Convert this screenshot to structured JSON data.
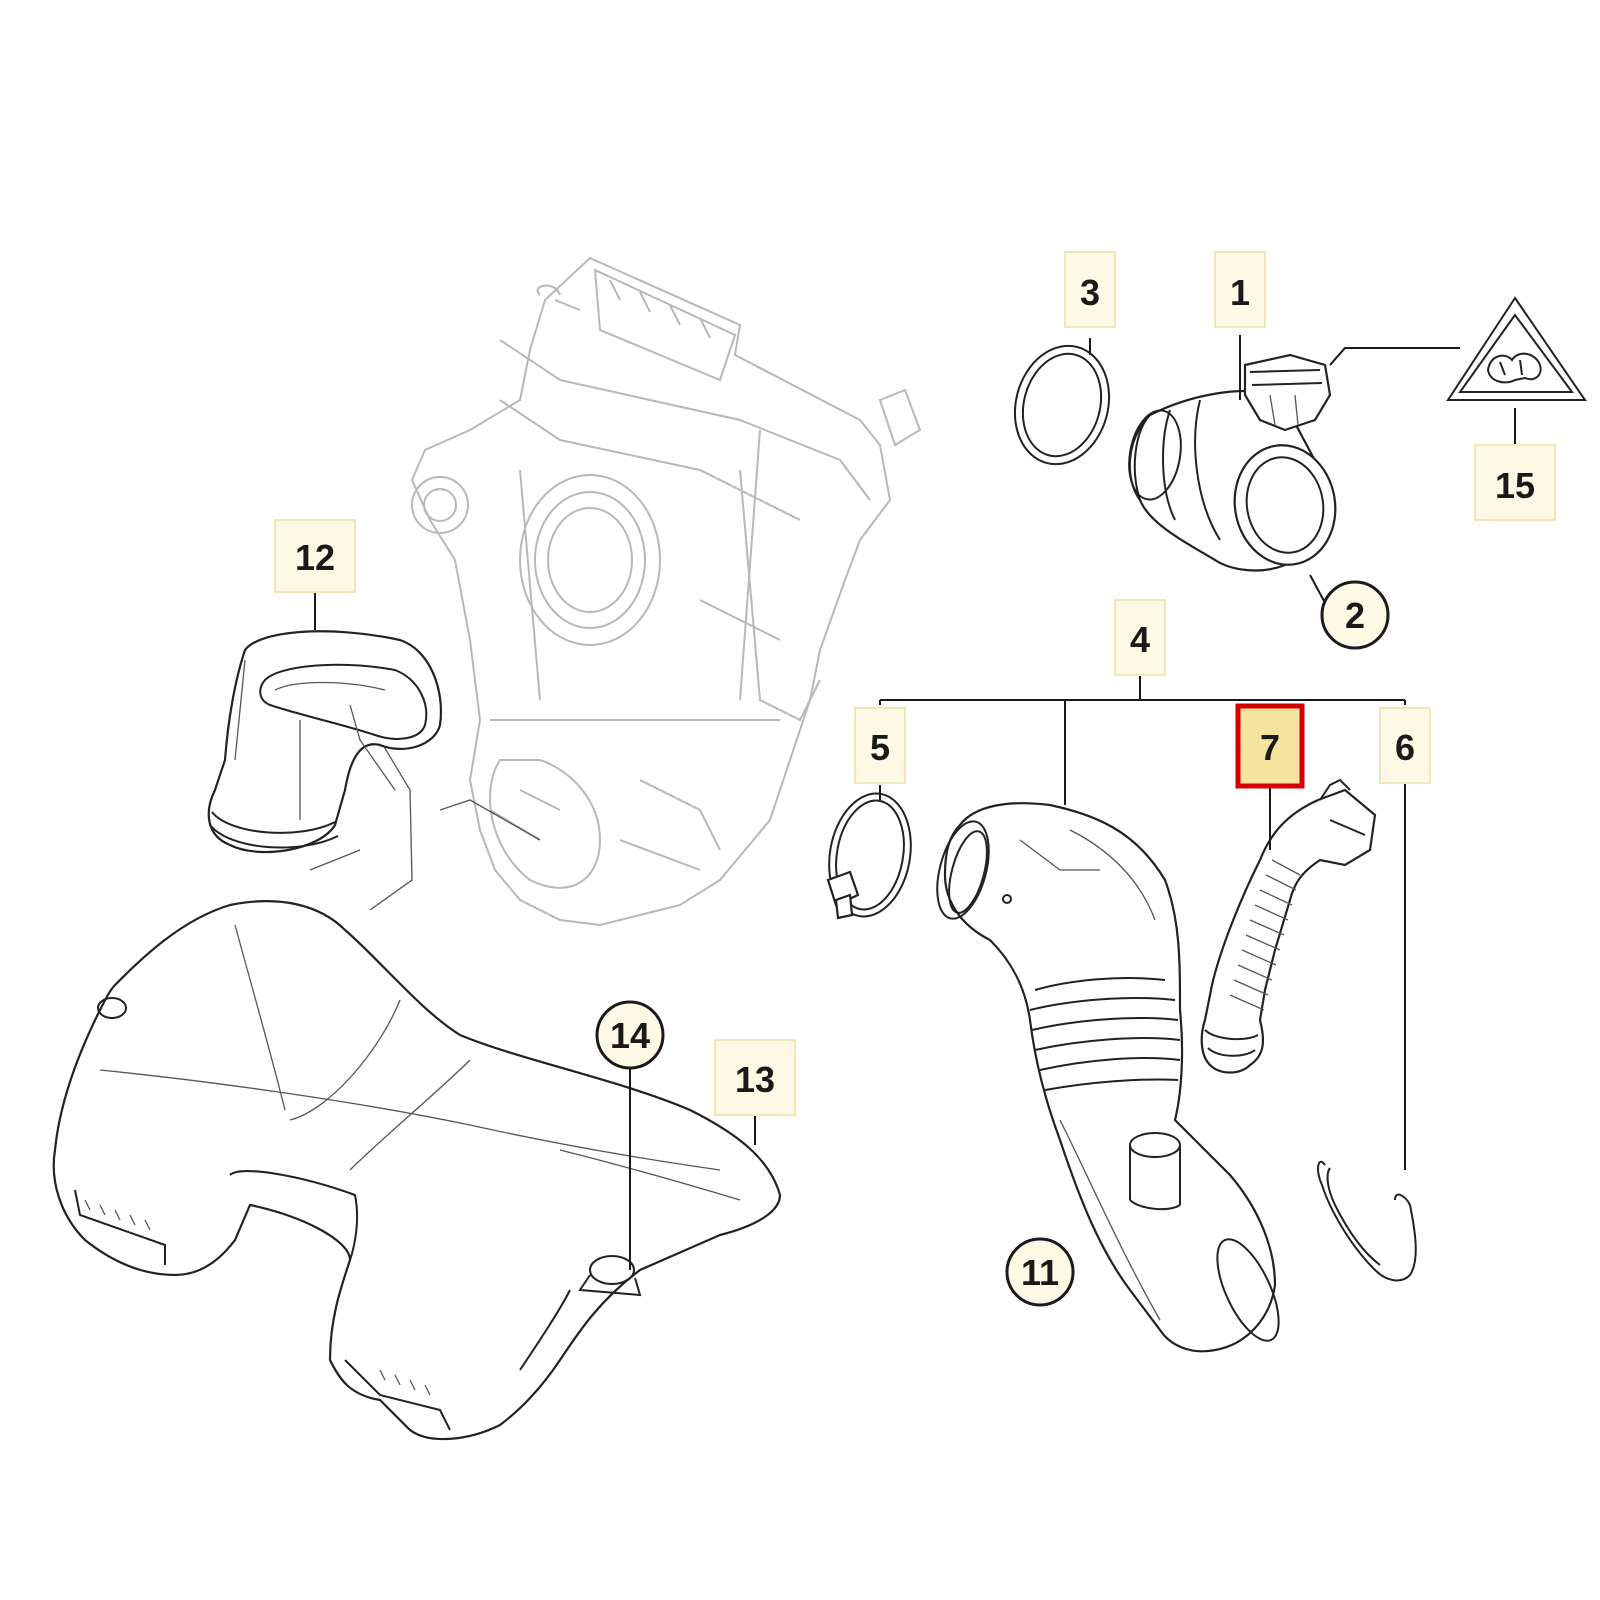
{
  "callouts": {
    "c1": "1",
    "c2": "2",
    "c3": "3",
    "c4": "4",
    "c5": "5",
    "c6": "6",
    "c7": "7",
    "c11": "11",
    "c12": "12",
    "c13": "13",
    "c14": "14",
    "c15": "15"
  },
  "highlighted_callout": "7",
  "colors": {
    "highlight_border": "#d40000",
    "highlight_fill": "#f4e4a0",
    "label_fill": "#fdf9e4"
  },
  "icons": {
    "warning_sign": "triangle-warning-icon"
  }
}
